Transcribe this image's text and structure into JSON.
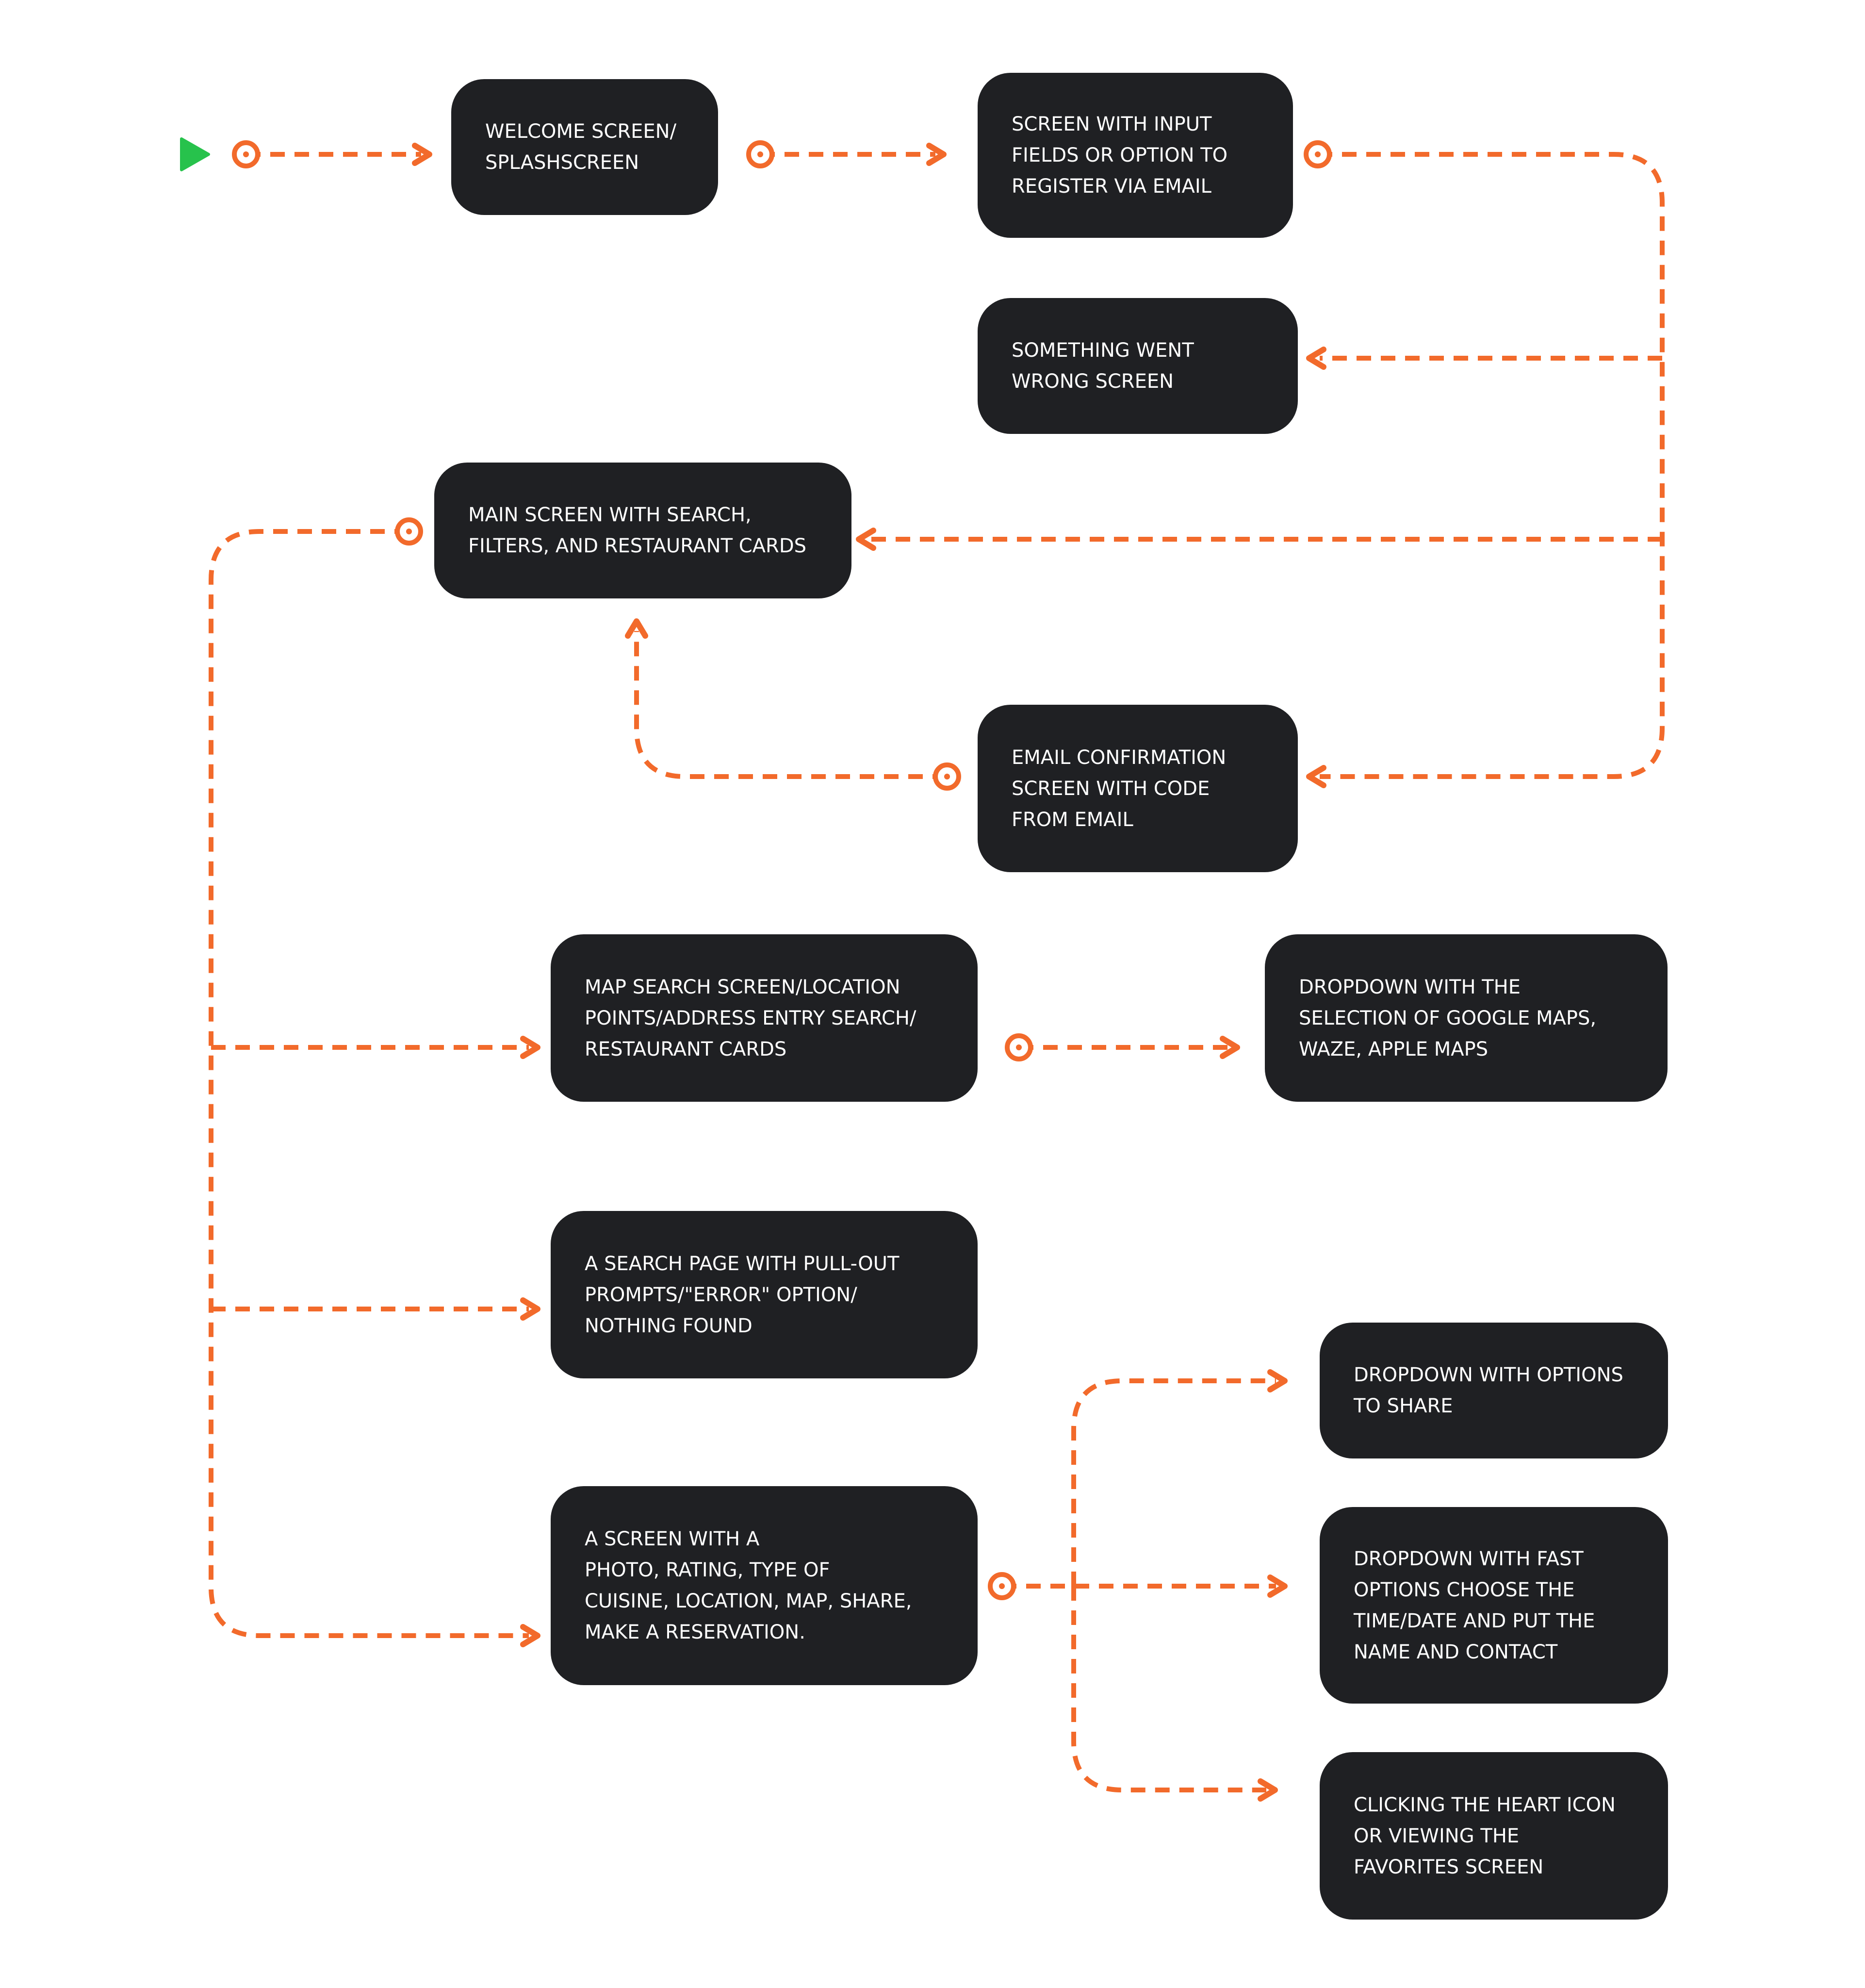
{
  "colors": {
    "node_fill": "#1f2023",
    "node_text": "#ffffff",
    "edge": "#f26a2b",
    "start": "#27c24c"
  },
  "nodes": {
    "welcome": "WELCOME SCREEN/\nSPLASHSCREEN",
    "register": "SCREEN WITH INPUT\nFIELDS OR OPTION TO\nREGISTER VIA EMAIL",
    "error": "SOMETHING WENT\nWRONG SCREEN",
    "main": "MAIN SCREEN WITH SEARCH,\nFILTERS, AND RESTAURANT CARDS",
    "email_confirm": "EMAIL CONFIRMATION\nSCREEN WITH CODE\nFROM EMAIL",
    "map_search": "MAP SEARCH SCREEN/LOCATION\nPOINTS/ADDRESS ENTRY SEARCH/\nRESTAURANT CARDS",
    "maps_dropdown": "DROPDOWN WITH THE\nSELECTION OF GOOGLE MAPS,\nWAZE, APPLE MAPS",
    "search_page": "A SEARCH PAGE WITH PULL-OUT\nPROMPTS/\"ERROR\" OPTION/\nNOTHING FOUND",
    "restaurant": "A SCREEN WITH A\nPHOTO, RATING, TYPE OF\nCUISINE, LOCATION, MAP, SHARE,\nMAKE A RESERVATION.",
    "share_dropdown": "DROPDOWN WITH OPTIONS\nTO SHARE",
    "reservation_dropdown": "DROPDOWN WITH FAST\nOPTIONS CHOOSE THE\nTIME/DATE AND PUT THE\nNAME AND CONTACT",
    "favorites": "CLICKING THE HEART ICON\nOR VIEWING THE\nFAVORITES SCREEN"
  },
  "icons": {
    "start": "play-triangle-icon",
    "source_port": "ring-dot-icon",
    "arrowhead": "chevron-arrowhead-icon"
  }
}
